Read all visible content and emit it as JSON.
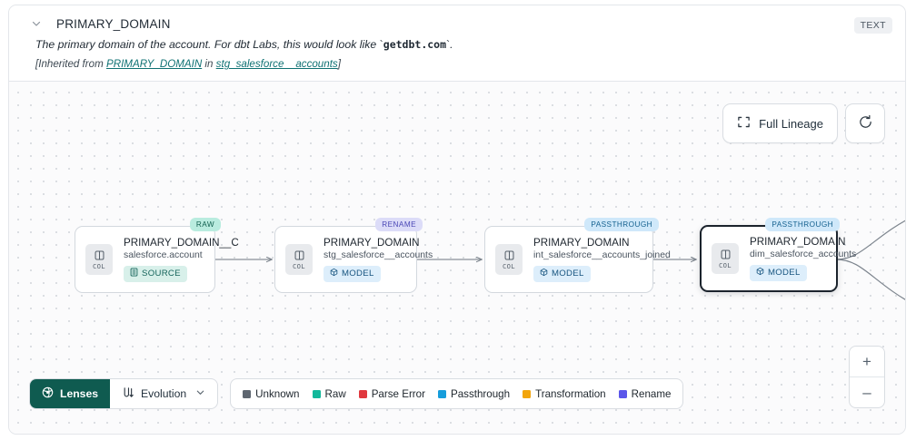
{
  "header": {
    "chevron_icon": "chevron-down-icon",
    "title": "PRIMARY_DOMAIN",
    "type_badge": "TEXT",
    "description_pre": "The primary domain of the account. For dbt Labs, this would look like ",
    "description_code": "getdbt.com",
    "description_post": ".",
    "inherited_pre": "[Inherited from ",
    "inherited_link": "PRIMARY_DOMAIN",
    "inherited_mid": " in ",
    "inherited_source": "stg_salesforce__accounts",
    "inherited_post": "]"
  },
  "toolbar": {
    "full_lineage_label": "Full Lineage",
    "full_lineage_icon": "expand-icon",
    "refresh_icon": "refresh-icon"
  },
  "zoom_controls": {
    "zoom_in_label": "+",
    "zoom_out_label": "–"
  },
  "nodes": [
    {
      "badge": "RAW",
      "badge_kind": "raw",
      "col_label": "COL",
      "title": "PRIMARY_DOMAIN__C",
      "subtitle": "salesforce.account",
      "tag": "SOURCE",
      "tag_kind": "source",
      "tag_icon": "database-icon",
      "selected": false
    },
    {
      "badge": "RENAME",
      "badge_kind": "rename",
      "col_label": "COL",
      "title": "PRIMARY_DOMAIN",
      "subtitle": "stg_salesforce__accounts",
      "tag": "MODEL",
      "tag_kind": "model",
      "tag_icon": "cube-icon",
      "selected": false
    },
    {
      "badge": "PASSTHROUGH",
      "badge_kind": "passthrough",
      "col_label": "COL",
      "title": "PRIMARY_DOMAIN",
      "subtitle": "int_salesforce__accounts_joined",
      "tag": "MODEL",
      "tag_kind": "model",
      "tag_icon": "cube-icon",
      "selected": false
    },
    {
      "badge": "PASSTHROUGH",
      "badge_kind": "passthrough",
      "col_label": "COL",
      "title": "PRIMARY_DOMAIN",
      "subtitle": "dim_salesforce_accounts",
      "tag": "MODEL",
      "tag_kind": "model",
      "tag_icon": "cube-icon",
      "selected": true
    }
  ],
  "bottom": {
    "lenses_label": "Lenses",
    "lenses_icon": "lens-icon",
    "evolution_label": "Evolution",
    "evolution_icon": "evolution-icon",
    "evolution_caret": "chevron-down-icon"
  },
  "legend": [
    {
      "label": "Unknown",
      "color": "#5e6670"
    },
    {
      "label": "Raw",
      "color": "#13b89b"
    },
    {
      "label": "Parse Error",
      "color": "#e0383e"
    },
    {
      "label": "Passthrough",
      "color": "#169ddb"
    },
    {
      "label": "Transformation",
      "color": "#f2a50c"
    },
    {
      "label": "Rename",
      "color": "#5b56ea"
    }
  ]
}
